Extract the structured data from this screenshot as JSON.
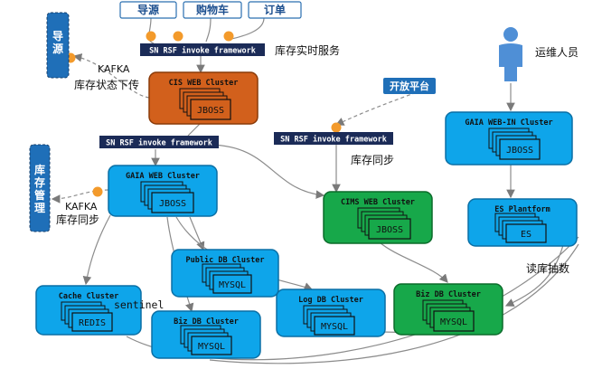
{
  "top_tabs": [
    "导源",
    "购物车",
    "订单"
  ],
  "framework_label": "SN RSF invoke framework",
  "inventory_realtime_service": "库存实时服务",
  "side_labels": {
    "left_top": "导源",
    "left_mid": "库存管理",
    "open_platform": "开放平台"
  },
  "annotations": {
    "kafka_top": "KAFKA",
    "inventory_status_push": "库存状态下传",
    "kafka_mid": "KAFKA",
    "inventory_sync_left": "库存同步",
    "inventory_sync_right": "库存同步",
    "read_db_extract": "读库抽数",
    "sentinel": "sentinel"
  },
  "ops_person": "运维人员",
  "clusters": {
    "cis": {
      "title": "CIS WEB Cluster",
      "inner": "JBOSS"
    },
    "gaia": {
      "title": "GAIA WEB Cluster",
      "inner": "JBOSS"
    },
    "gaia_in": {
      "title": "GAIA WEB-IN Cluster",
      "inner": "JBOSS"
    },
    "cims": {
      "title": "CIMS WEB Cluster",
      "inner": "JBOSS"
    },
    "es": {
      "title": "ES Plantform",
      "inner": "ES"
    },
    "public_db": {
      "title": "Public DB Cluster",
      "inner": "MYSQL"
    },
    "cache": {
      "title": "Cache Cluster",
      "inner": "REDIS"
    },
    "biz_db_left": {
      "title": "Biz DB Cluster",
      "inner": "MYSQL"
    },
    "log_db": {
      "title": "Log DB Cluster",
      "inner": "MYSQL"
    },
    "biz_db_right": {
      "title": "Biz DB Cluster",
      "inner": "MYSQL"
    }
  },
  "colors": {
    "blue": "#0ea5ea",
    "blue_border": "#0a6fa5",
    "orange": "#d2601c",
    "orange_border": "#8a3a08",
    "green": "#17a84a",
    "green_border": "#0b6b2a",
    "navy": "#1b2b57",
    "tab_border": "#2a6fb0",
    "dot": "#f39a2b",
    "line": "#8a8a8a",
    "person": "#4f8fd6"
  }
}
